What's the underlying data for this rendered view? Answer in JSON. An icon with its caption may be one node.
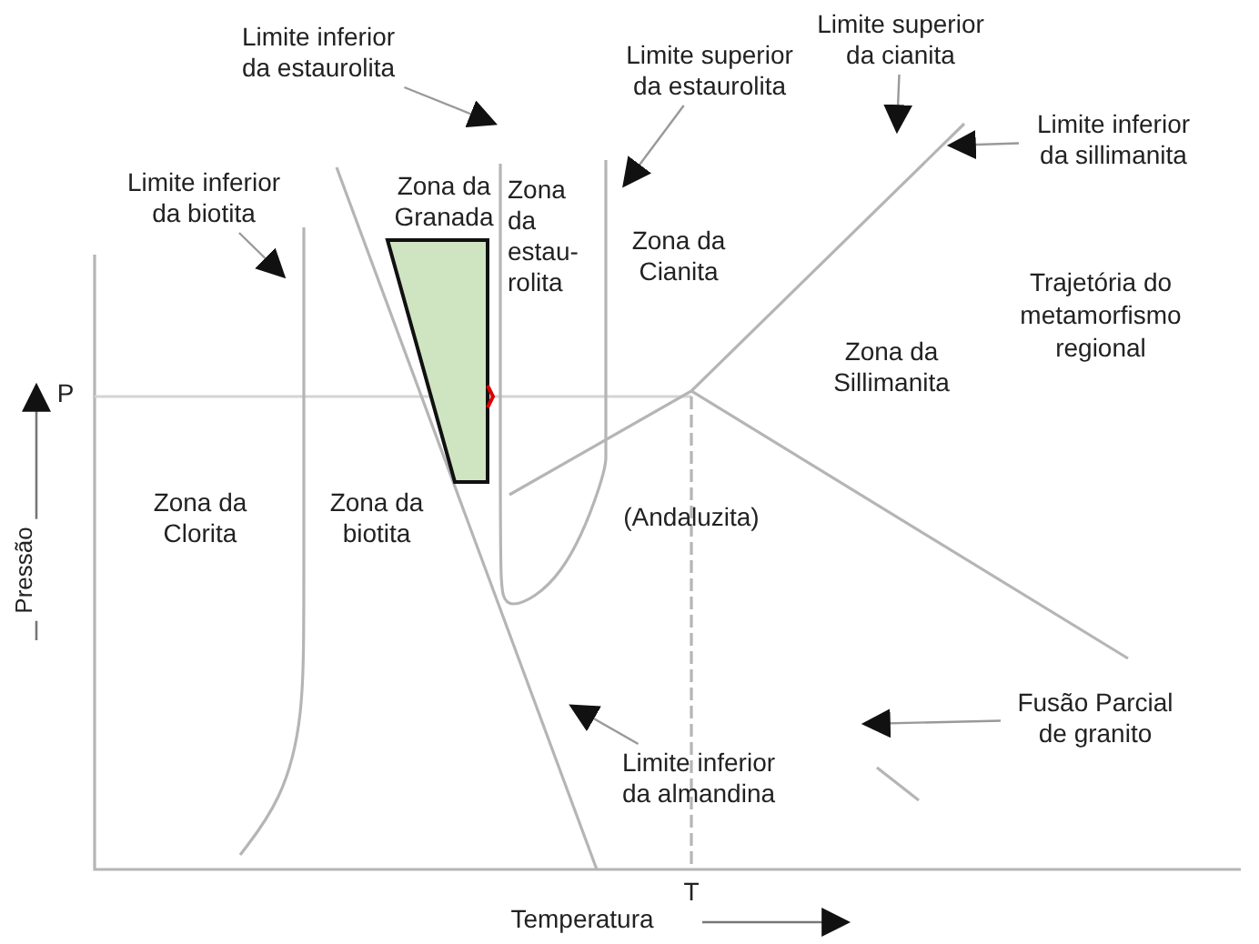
{
  "diagram": {
    "nodes": [
      {
        "text": [
          "Limite inferior da estaurolita"
        ]
      },
      {
        "text": [
          "Limite superior da estaurolita"
        ]
      },
      {
        "text": [
          "Limite superior da cianita"
        ]
      },
      {
        "text": [
          "Limite inferior da sillimanita"
        ]
      },
      {
        "text": [
          "Limite inferior da biotita"
        ]
      },
      {
        "text": [
          "Fusão Parcial de granito"
        ]
      },
      {
        "text": [
          "Limite inferior da almandina"
        ]
      }
    ],
    "edges": [
      {
        "from": 0,
        "to": null,
        "arrow": "to"
      },
      {
        "from": 1,
        "to": null,
        "arrow": "to"
      },
      {
        "from": 2,
        "to": null,
        "arrow": "to"
      },
      {
        "from": 3,
        "to": null,
        "arrow": "to"
      },
      {
        "from": 4,
        "to": null,
        "arrow": "to"
      },
      {
        "from": 5,
        "to": null,
        "arrow": "to"
      },
      {
        "from": 6,
        "to": null,
        "arrow": "to"
      }
    ],
    "labels": [
      "Zona da Granada",
      "Zona da estau- rolita",
      "Zona da Cianita",
      "Trajetória do metamorfismo regional",
      "Zona da Sillimanita",
      "P",
      "Zona da Clorita",
      "Zona da biotita",
      "(Andaluzita)",
      "Pressão",
      "T",
      "Temperatura"
    ]
  }
}
